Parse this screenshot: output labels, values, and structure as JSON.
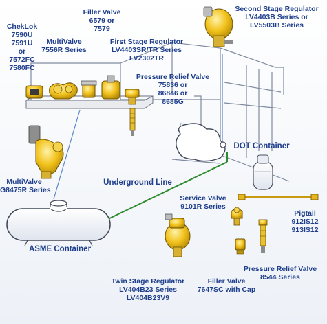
{
  "colors": {
    "label": "#1f3f8c",
    "pipe_green": "#2e8b2e",
    "leader_line": "#5a86c8",
    "part_yellow": "#f2c21b",
    "tank_fill": "#f7f8fb"
  },
  "labels": {
    "chek_lok": [
      "ChekLok",
      "7590U",
      "7591U",
      "or",
      "7572FC",
      "7580FC"
    ],
    "filler_valve_top": [
      "Filler Valve",
      "6579 or",
      "7579"
    ],
    "multivalve_top": [
      "MultiValve",
      "7556R Series"
    ],
    "first_stage": [
      "First Stage Regulator",
      "LV4403SR/TR Series",
      "LV2302TR"
    ],
    "second_stage": [
      "Second Stage Regulator",
      "LV4403B Series or",
      "LV5503B Series"
    ],
    "prv_top": [
      "Pressure Relief Valve",
      "75836 or",
      "86846 or",
      "8685G"
    ],
    "dot_container": [
      "DOT Container"
    ],
    "multivalve_left": [
      "MultiValve",
      "G8475R Series"
    ],
    "underground_line": [
      "Underground Line"
    ],
    "service_valve": [
      "Service Valve",
      "9101R Series"
    ],
    "pigtail": [
      "Pigtail",
      "912IS12",
      "913IS12"
    ],
    "asme_container": [
      "ASME Container"
    ],
    "twin_stage": [
      "Twin Stage Regulator",
      "LV404B23 Series",
      "LV404B23V9"
    ],
    "filler_valve_bottom": [
      "Filler Valve",
      "7647SC with Cap"
    ],
    "prv_bottom": [
      "Pressure Relief Valve",
      "8544 Series"
    ]
  },
  "icons": [
    "house-outline-icon",
    "chek-lok-icon",
    "multivalve-icon",
    "filler-valve-icon",
    "first-stage-regulator-icon",
    "pressure-relief-valve-icon",
    "second-stage-regulator-icon",
    "dot-container-icon",
    "asme-tank-icon",
    "twin-stage-regulator-icon",
    "service-valve-icon",
    "pigtail-icon"
  ]
}
